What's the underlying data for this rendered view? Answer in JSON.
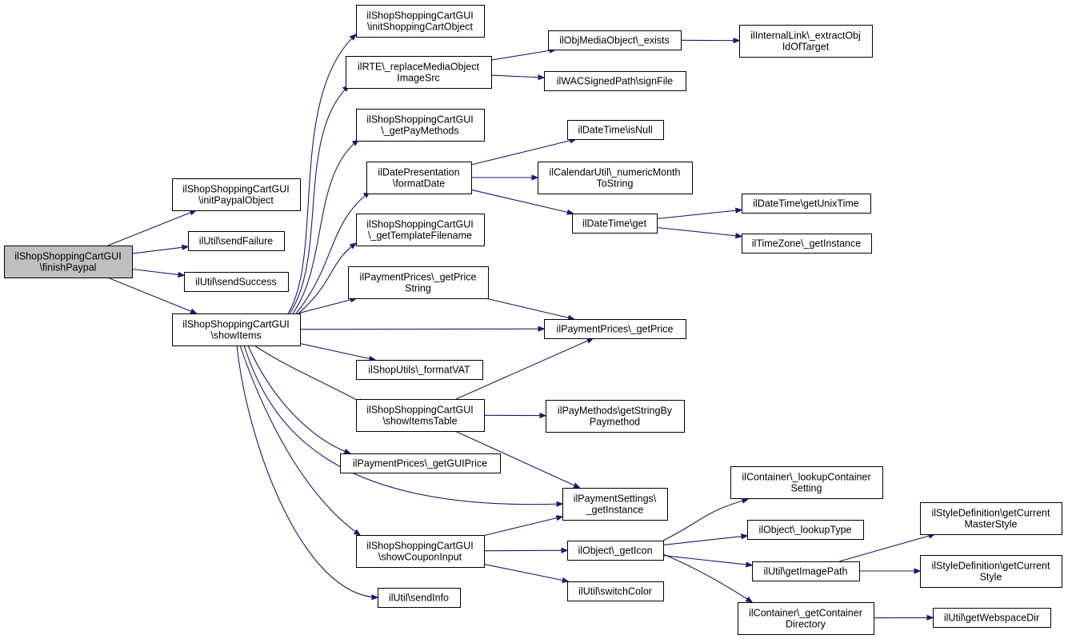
{
  "colors": {
    "edge": "#191970",
    "node_fill": "#ffffff",
    "root_fill": "#bfbfbf",
    "node_border": "#000000"
  },
  "nodes": [
    {
      "id": "finishPaypal",
      "lines": [
        "ilShopShoppingCartGUI",
        "\\finishPaypal"
      ],
      "root": true
    },
    {
      "id": "initPaypalObject",
      "lines": [
        "ilShopShoppingCartGUI",
        "\\initPaypalObject"
      ]
    },
    {
      "id": "sendFailure",
      "lines": [
        "ilUtil\\sendFailure"
      ]
    },
    {
      "id": "sendSuccess",
      "lines": [
        "ilUtil\\sendSuccess"
      ]
    },
    {
      "id": "showItems",
      "lines": [
        "ilShopShoppingCartGUI",
        "\\showItems"
      ]
    },
    {
      "id": "initShoppingCartObject",
      "lines": [
        "ilShopShoppingCartGUI",
        "\\initShoppingCartObject"
      ]
    },
    {
      "id": "replaceMediaObjectImageSrc",
      "lines": [
        "ilRTE\\_replaceMediaObject",
        "ImageSrc"
      ]
    },
    {
      "id": "getPayMethods",
      "lines": [
        "ilShopShoppingCartGUI",
        "\\_getPayMethods"
      ]
    },
    {
      "id": "formatDate",
      "lines": [
        "ilDatePresentation",
        "\\formatDate"
      ]
    },
    {
      "id": "getTemplateFilename",
      "lines": [
        "ilShopShoppingCartGUI",
        "\\_getTemplateFilename"
      ]
    },
    {
      "id": "getPriceString",
      "lines": [
        "ilPaymentPrices\\_getPrice",
        "String"
      ]
    },
    {
      "id": "formatVAT",
      "lines": [
        "ilShopUtils\\_formatVAT"
      ]
    },
    {
      "id": "showItemsTable",
      "lines": [
        "ilShopShoppingCartGUI",
        "\\showItemsTable"
      ]
    },
    {
      "id": "getGUIPrice",
      "lines": [
        "ilPaymentPrices\\_getGUIPrice"
      ]
    },
    {
      "id": "showCouponInput",
      "lines": [
        "ilShopShoppingCartGUI",
        "\\showCouponInput"
      ]
    },
    {
      "id": "sendInfo",
      "lines": [
        "ilUtil\\sendInfo"
      ]
    },
    {
      "id": "mediaExists",
      "lines": [
        "ilObjMediaObject\\_exists"
      ]
    },
    {
      "id": "signFile",
      "lines": [
        "ilWACSignedPath\\signFile"
      ]
    },
    {
      "id": "isNull",
      "lines": [
        "ilDateTime\\isNull"
      ]
    },
    {
      "id": "numericMonthToString",
      "lines": [
        "ilCalendarUtil\\_numericMonth",
        "ToString"
      ]
    },
    {
      "id": "dateTimeGet",
      "lines": [
        "ilDateTime\\get"
      ]
    },
    {
      "id": "getPrice",
      "lines": [
        "ilPaymentPrices\\_getPrice"
      ]
    },
    {
      "id": "getStringByPaymethod",
      "lines": [
        "ilPayMethods\\getStringBy",
        "Paymethod"
      ]
    },
    {
      "id": "paymentSettingsGetInstance",
      "lines": [
        "ilPaymentSettings\\",
        "_getInstance"
      ]
    },
    {
      "id": "getIcon",
      "lines": [
        "ilObject\\_getIcon"
      ]
    },
    {
      "id": "switchColor",
      "lines": [
        "ilUtil\\switchColor"
      ]
    },
    {
      "id": "extractObjIdOfTarget",
      "lines": [
        "ilInternalLink\\_extractObj",
        "IdOfTarget"
      ]
    },
    {
      "id": "getUnixTime",
      "lines": [
        "ilDateTime\\getUnixTime"
      ]
    },
    {
      "id": "timeZoneGetInstance",
      "lines": [
        "ilTimeZone\\_getInstance"
      ]
    },
    {
      "id": "lookupContainerSetting",
      "lines": [
        "ilContainer\\_lookupContainer",
        "Setting"
      ]
    },
    {
      "id": "lookupType",
      "lines": [
        "ilObject\\_lookupType"
      ]
    },
    {
      "id": "getImagePath",
      "lines": [
        "ilUtil\\getImagePath"
      ]
    },
    {
      "id": "getContainerDirectory",
      "lines": [
        "ilContainer\\_getContainer",
        "Directory"
      ]
    },
    {
      "id": "getCurrentMasterStyle",
      "lines": [
        "ilStyleDefinition\\getCurrent",
        "MasterStyle"
      ]
    },
    {
      "id": "getCurrentStyle",
      "lines": [
        "ilStyleDefinition\\getCurrent",
        "Style"
      ]
    },
    {
      "id": "getWebspaceDir",
      "lines": [
        "ilUtil\\getWebspaceDir"
      ]
    }
  ],
  "edges": [
    {
      "from": "finishPaypal",
      "to": "initPaypalObject"
    },
    {
      "from": "finishPaypal",
      "to": "sendFailure"
    },
    {
      "from": "finishPaypal",
      "to": "sendSuccess"
    },
    {
      "from": "finishPaypal",
      "to": "showItems"
    },
    {
      "from": "showItems",
      "to": "initShoppingCartObject"
    },
    {
      "from": "showItems",
      "to": "replaceMediaObjectImageSrc"
    },
    {
      "from": "showItems",
      "to": "getPayMethods"
    },
    {
      "from": "showItems",
      "to": "formatDate"
    },
    {
      "from": "showItems",
      "to": "getTemplateFilename"
    },
    {
      "from": "showItems",
      "to": "getPriceString"
    },
    {
      "from": "showItems",
      "to": "getPrice"
    },
    {
      "from": "showItems",
      "to": "formatVAT"
    },
    {
      "from": "showItems",
      "to": "showItemsTable"
    },
    {
      "from": "showItems",
      "to": "getGUIPrice"
    },
    {
      "from": "showItems",
      "to": "paymentSettingsGetInstance"
    },
    {
      "from": "showItems",
      "to": "showCouponInput"
    },
    {
      "from": "showItems",
      "to": "sendInfo"
    },
    {
      "from": "replaceMediaObjectImageSrc",
      "to": "mediaExists"
    },
    {
      "from": "replaceMediaObjectImageSrc",
      "to": "signFile"
    },
    {
      "from": "mediaExists",
      "to": "extractObjIdOfTarget"
    },
    {
      "from": "formatDate",
      "to": "isNull"
    },
    {
      "from": "formatDate",
      "to": "numericMonthToString"
    },
    {
      "from": "formatDate",
      "to": "dateTimeGet"
    },
    {
      "from": "dateTimeGet",
      "to": "getUnixTime"
    },
    {
      "from": "dateTimeGet",
      "to": "timeZoneGetInstance"
    },
    {
      "from": "getPriceString",
      "to": "getPrice"
    },
    {
      "from": "showItemsTable",
      "to": "getPrice"
    },
    {
      "from": "showItemsTable",
      "to": "getStringByPaymethod"
    },
    {
      "from": "showItemsTable",
      "to": "paymentSettingsGetInstance"
    },
    {
      "from": "showCouponInput",
      "to": "paymentSettingsGetInstance"
    },
    {
      "from": "showCouponInput",
      "to": "getIcon"
    },
    {
      "from": "showCouponInput",
      "to": "switchColor"
    },
    {
      "from": "getIcon",
      "to": "lookupContainerSetting"
    },
    {
      "from": "getIcon",
      "to": "lookupType"
    },
    {
      "from": "getIcon",
      "to": "getImagePath"
    },
    {
      "from": "getIcon",
      "to": "getContainerDirectory"
    },
    {
      "from": "getImagePath",
      "to": "getCurrentMasterStyle"
    },
    {
      "from": "getImagePath",
      "to": "getCurrentStyle"
    },
    {
      "from": "getContainerDirectory",
      "to": "getWebspaceDir"
    }
  ]
}
